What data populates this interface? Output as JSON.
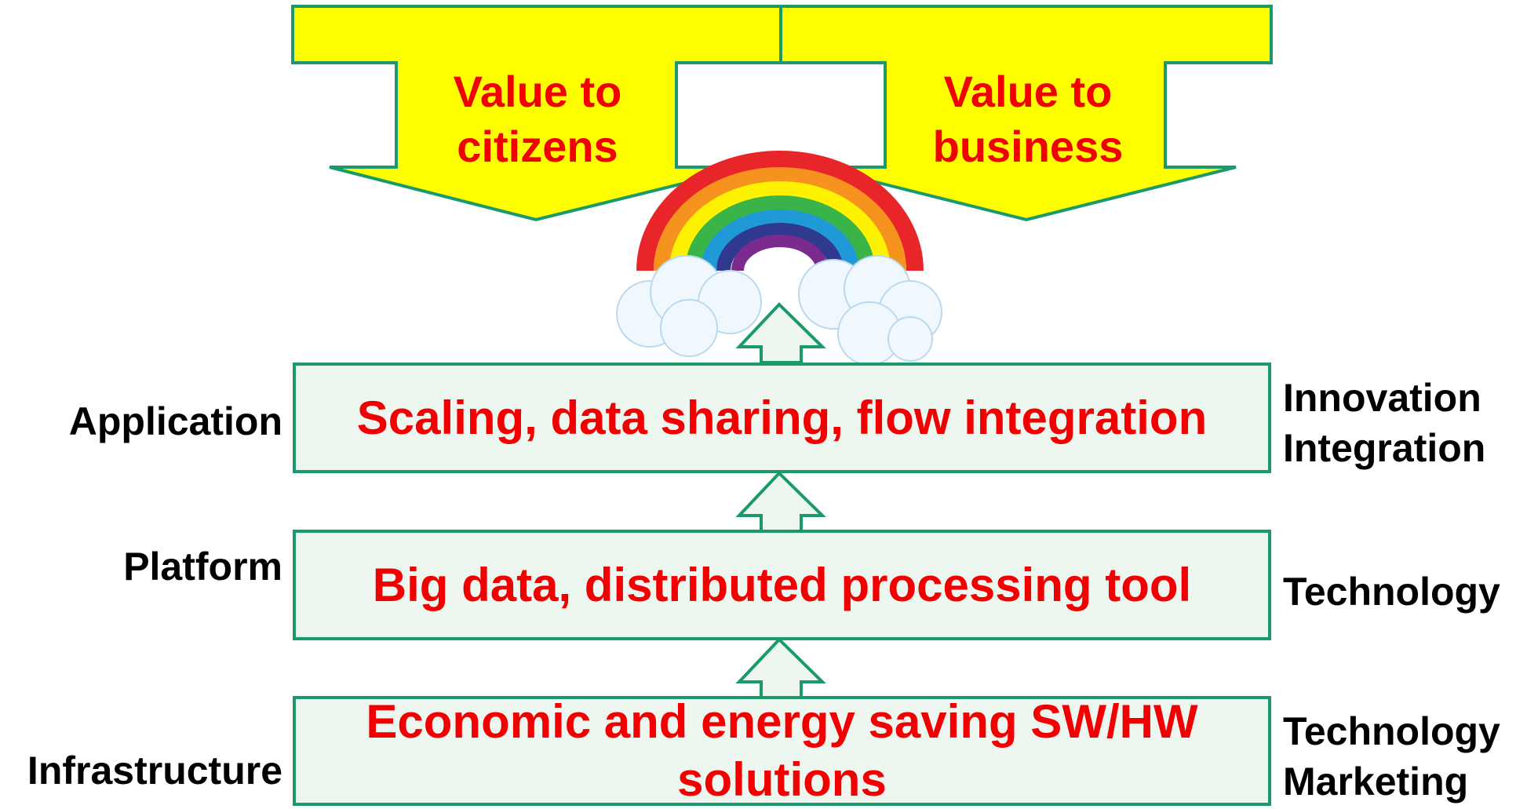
{
  "top": {
    "left_arrow": {
      "line1": "Value to",
      "line2": "citizens"
    },
    "right_arrow": {
      "line1": "Value to",
      "line2": "business"
    },
    "colors": {
      "arrow_fill": "#ffff00",
      "outline": "#1a9a6a",
      "text": "#f00000"
    }
  },
  "layers": [
    {
      "left_label": "Application",
      "content": "Scaling, data sharing, flow integration",
      "right_labels": [
        "Innovation",
        "Integration"
      ]
    },
    {
      "left_label": "Platform",
      "content": "Big data, distributed processing tool",
      "right_labels": [
        "Technology"
      ]
    },
    {
      "left_label": "Infrastructure",
      "content_line1": "Economic and energy saving SW/HW",
      "content_line2": "solutions",
      "right_labels": [
        "Technology",
        "Marketing"
      ]
    }
  ],
  "icons": [
    "rainbow-icon",
    "up-arrow-icon"
  ],
  "box_colors": {
    "fill": "#eef7ef",
    "border": "#1a9a6a"
  }
}
